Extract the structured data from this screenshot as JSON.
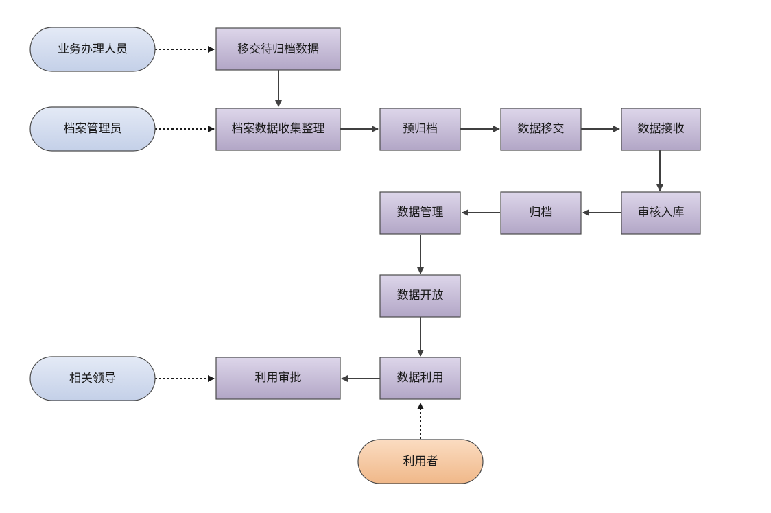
{
  "actors": {
    "business_staff": "业务办理人员",
    "archivist": "档案管理员",
    "leader": "相关领导",
    "user": "利用者"
  },
  "process": {
    "transfer_pending": "移交待归档数据",
    "collect_organize": "档案数据收集整理",
    "pre_archive": "预归档",
    "data_transfer": "数据移交",
    "data_receive": "数据接收",
    "review_storage": "审核入库",
    "archive": "归档",
    "data_manage": "数据管理",
    "data_open": "数据开放",
    "data_use": "数据利用",
    "use_approval": "利用审批"
  },
  "colors": {
    "process_fill_top": "#d9d2e6",
    "process_fill_bottom": "#b3a8c6",
    "process_stroke": "#4a4a4a",
    "actor_blue_fill": "#d4def0",
    "actor_blue_stroke": "#4a4a4a",
    "actor_orange_fill": "#f6c9a2",
    "arrow": "#404040"
  }
}
